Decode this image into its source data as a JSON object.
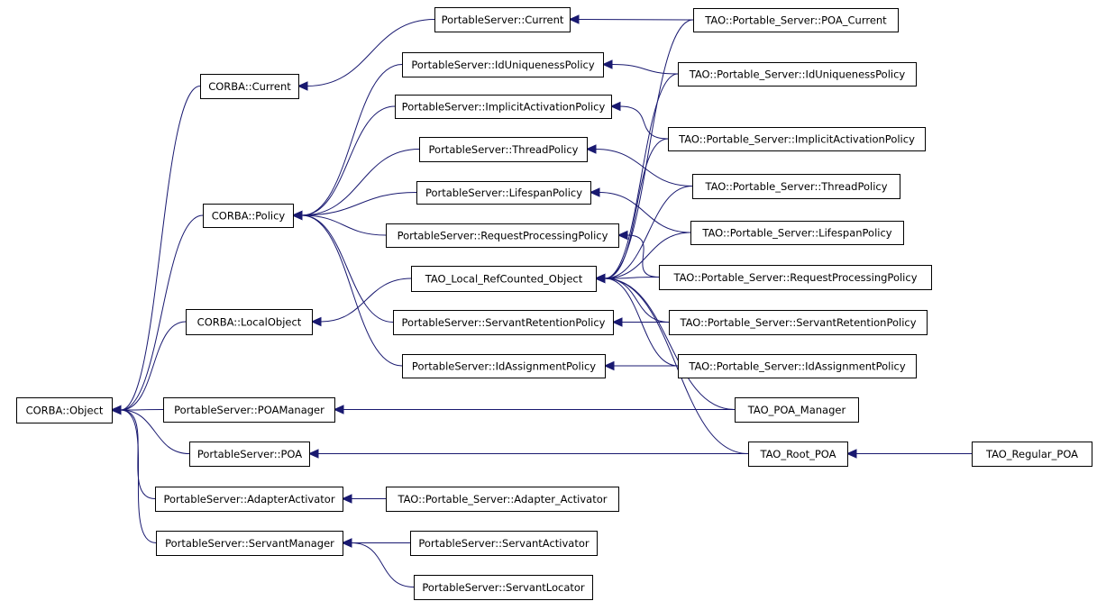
{
  "diagram": {
    "colors": {
      "edge": "#191970",
      "node_border": "#000000",
      "node_fill": "#ffffff"
    },
    "nodes": [
      {
        "id": "corba_object",
        "label": "CORBA::Object"
      },
      {
        "id": "corba_current",
        "label": "CORBA::Current"
      },
      {
        "id": "corba_policy",
        "label": "CORBA::Policy"
      },
      {
        "id": "corba_localobject",
        "label": "CORBA::LocalObject"
      },
      {
        "id": "ps_current",
        "label": "PortableServer::Current"
      },
      {
        "id": "ps_iduniq",
        "label": "PortableServer::IdUniquenessPolicy"
      },
      {
        "id": "ps_implicit",
        "label": "PortableServer::ImplicitActivationPolicy"
      },
      {
        "id": "ps_thread",
        "label": "PortableServer::ThreadPolicy"
      },
      {
        "id": "ps_lifespan",
        "label": "PortableServer::LifespanPolicy"
      },
      {
        "id": "ps_request",
        "label": "PortableServer::RequestProcessingPolicy"
      },
      {
        "id": "tao_local",
        "label": "TAO_Local_RefCounted_Object"
      },
      {
        "id": "ps_servantret",
        "label": "PortableServer::ServantRetentionPolicy"
      },
      {
        "id": "ps_idassign",
        "label": "PortableServer::IdAssignmentPolicy"
      },
      {
        "id": "ps_poamanager",
        "label": "PortableServer::POAManager"
      },
      {
        "id": "ps_poa",
        "label": "PortableServer::POA"
      },
      {
        "id": "ps_adapteract",
        "label": "PortableServer::AdapterActivator"
      },
      {
        "id": "ps_servantmgr",
        "label": "PortableServer::ServantManager"
      },
      {
        "id": "tao_poa_current",
        "label": "TAO::Portable_Server::POA_Current"
      },
      {
        "id": "tao_iduniq",
        "label": "TAO::Portable_Server::IdUniquenessPolicy"
      },
      {
        "id": "tao_implicit",
        "label": "TAO::Portable_Server::ImplicitActivationPolicy"
      },
      {
        "id": "tao_thread",
        "label": "TAO::Portable_Server::ThreadPolicy"
      },
      {
        "id": "tao_lifespan",
        "label": "TAO::Portable_Server::LifespanPolicy"
      },
      {
        "id": "tao_request",
        "label": "TAO::Portable_Server::RequestProcessingPolicy"
      },
      {
        "id": "tao_servantret",
        "label": "TAO::Portable_Server::ServantRetentionPolicy"
      },
      {
        "id": "tao_idassign",
        "label": "TAO::Portable_Server::IdAssignmentPolicy"
      },
      {
        "id": "tao_poa_manager",
        "label": "TAO_POA_Manager"
      },
      {
        "id": "tao_root_poa",
        "label": "TAO_Root_POA"
      },
      {
        "id": "tao_regular_poa",
        "label": "TAO_Regular_POA"
      },
      {
        "id": "tao_adapter_act",
        "label": "TAO::Portable_Server::Adapter_Activator"
      },
      {
        "id": "ps_servantact",
        "label": "PortableServer::ServantActivator"
      },
      {
        "id": "ps_servantloc",
        "label": "PortableServer::ServantLocator"
      }
    ],
    "edges": [
      {
        "from": "corba_current",
        "to": "corba_object"
      },
      {
        "from": "corba_policy",
        "to": "corba_object"
      },
      {
        "from": "corba_localobject",
        "to": "corba_object"
      },
      {
        "from": "ps_poamanager",
        "to": "corba_object"
      },
      {
        "from": "ps_poa",
        "to": "corba_object"
      },
      {
        "from": "ps_adapteract",
        "to": "corba_object"
      },
      {
        "from": "ps_servantmgr",
        "to": "corba_object"
      },
      {
        "from": "ps_current",
        "to": "corba_current"
      },
      {
        "from": "ps_iduniq",
        "to": "corba_policy"
      },
      {
        "from": "ps_implicit",
        "to": "corba_policy"
      },
      {
        "from": "ps_thread",
        "to": "corba_policy"
      },
      {
        "from": "ps_lifespan",
        "to": "corba_policy"
      },
      {
        "from": "ps_request",
        "to": "corba_policy"
      },
      {
        "from": "ps_servantret",
        "to": "corba_policy"
      },
      {
        "from": "ps_idassign",
        "to": "corba_policy"
      },
      {
        "from": "tao_local",
        "to": "corba_localobject"
      },
      {
        "from": "tao_poa_current",
        "to": "ps_current"
      },
      {
        "from": "tao_iduniq",
        "to": "ps_iduniq"
      },
      {
        "from": "tao_implicit",
        "to": "ps_implicit"
      },
      {
        "from": "tao_thread",
        "to": "ps_thread"
      },
      {
        "from": "tao_lifespan",
        "to": "ps_lifespan"
      },
      {
        "from": "tao_request",
        "to": "ps_request"
      },
      {
        "from": "tao_servantret",
        "to": "ps_servantret"
      },
      {
        "from": "tao_idassign",
        "to": "ps_idassign"
      },
      {
        "from": "tao_poa_current",
        "to": "tao_local"
      },
      {
        "from": "tao_iduniq",
        "to": "tao_local"
      },
      {
        "from": "tao_implicit",
        "to": "tao_local"
      },
      {
        "from": "tao_thread",
        "to": "tao_local"
      },
      {
        "from": "tao_lifespan",
        "to": "tao_local"
      },
      {
        "from": "tao_request",
        "to": "tao_local"
      },
      {
        "from": "tao_servantret",
        "to": "tao_local"
      },
      {
        "from": "tao_idassign",
        "to": "tao_local"
      },
      {
        "from": "tao_poa_manager",
        "to": "tao_local"
      },
      {
        "from": "tao_root_poa",
        "to": "tao_local"
      },
      {
        "from": "tao_poa_manager",
        "to": "ps_poamanager"
      },
      {
        "from": "tao_root_poa",
        "to": "ps_poa"
      },
      {
        "from": "tao_regular_poa",
        "to": "tao_root_poa"
      },
      {
        "from": "tao_adapter_act",
        "to": "ps_adapteract"
      },
      {
        "from": "ps_servantact",
        "to": "ps_servantmgr"
      },
      {
        "from": "ps_servantloc",
        "to": "ps_servantmgr"
      }
    ]
  }
}
